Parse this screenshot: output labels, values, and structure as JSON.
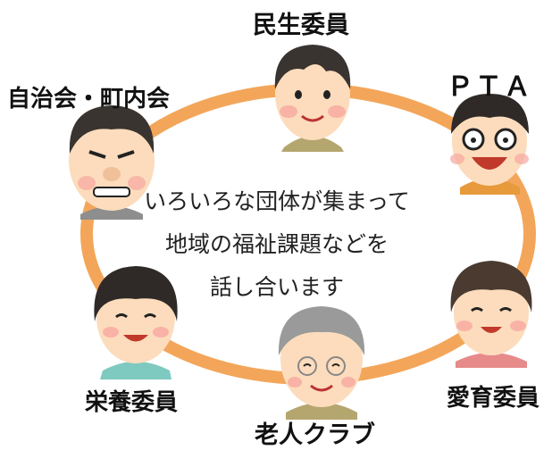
{
  "diagram": {
    "center_lines": [
      "いろいろな団体が集まって",
      "地域の福祉課題などを",
      "話し合います"
    ],
    "groups": {
      "minsei": "民生委員",
      "pta": "ＰＴＡ",
      "jichikai": "自治会・町内会",
      "eiyou": "栄養委員",
      "roujin": "老人クラブ",
      "aiiku": "愛育委員"
    },
    "colors": {
      "ring": "#f3a65a",
      "skin": "#fcdcbc",
      "cheek": "#f7a7a0",
      "hair_dark": "#3a3430",
      "hair_gray": "#9a9a9a",
      "shirt_olive": "#b4a66e",
      "shirt_teal": "#7ec9c0",
      "shirt_orange": "#e79a3b",
      "shirt_pink": "#e78a8a"
    }
  }
}
